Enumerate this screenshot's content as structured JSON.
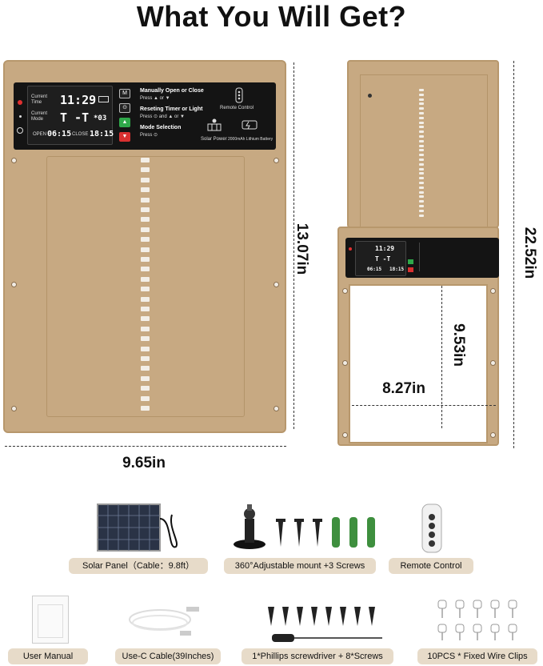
{
  "title": "What You Will Get?",
  "control_panel": {
    "current_time_label": "Current Time",
    "current_time_value": "11:29",
    "current_mode_label": "Current Mode",
    "current_mode_value": "T -T",
    "mode_icon_value": "*03",
    "open_label": "OPEN",
    "open_value": "06:15",
    "close_label": "CLOSE",
    "close_value": "18:15",
    "btn_m": "M",
    "manual_title": "Manually Open or Close",
    "manual_desc": "Press ▲ or ▼",
    "reset_title": "Reseting Timer or Light",
    "reset_desc": "Press ⊙ and ▲ or ▼",
    "mode_title": "Mode Selection",
    "mode_desc": "Press ⊙",
    "remote_label": "Remote Control",
    "solar_label": "Solar Power",
    "battery_label": "2000mAh Lithium Battery"
  },
  "dimensions": {
    "height_door": "13.07in",
    "width_door": "9.65in",
    "frame_height": "22.52in",
    "opening_width": "8.27in",
    "opening_height": "9.53in"
  },
  "accessories": [
    {
      "label": "Solar Panel（Cable：9.8ft）",
      "icon": "solar-panel-icon"
    },
    {
      "label": "360°Adjustable mount +3 Screws",
      "icon": "mount-screws-icon"
    },
    {
      "label": "Remote Control",
      "icon": "remote-icon"
    },
    {
      "label": "User Manual",
      "icon": "manual-icon"
    },
    {
      "label": "Use-C Cable(39Inches)",
      "icon": "usb-cable-icon"
    },
    {
      "label": "1*Phillips screwdriver + 8*Screws",
      "icon": "screwdriver-icon"
    },
    {
      "label": "10PCS * Fixed Wire Clips",
      "icon": "wire-clips-icon"
    }
  ],
  "colors": {
    "door": "#c7a982",
    "panel": "#141414",
    "pill": "#e7dbc9",
    "led_red": "#e03030",
    "btn_green": "#2fa84a",
    "btn_red": "#d93030"
  }
}
